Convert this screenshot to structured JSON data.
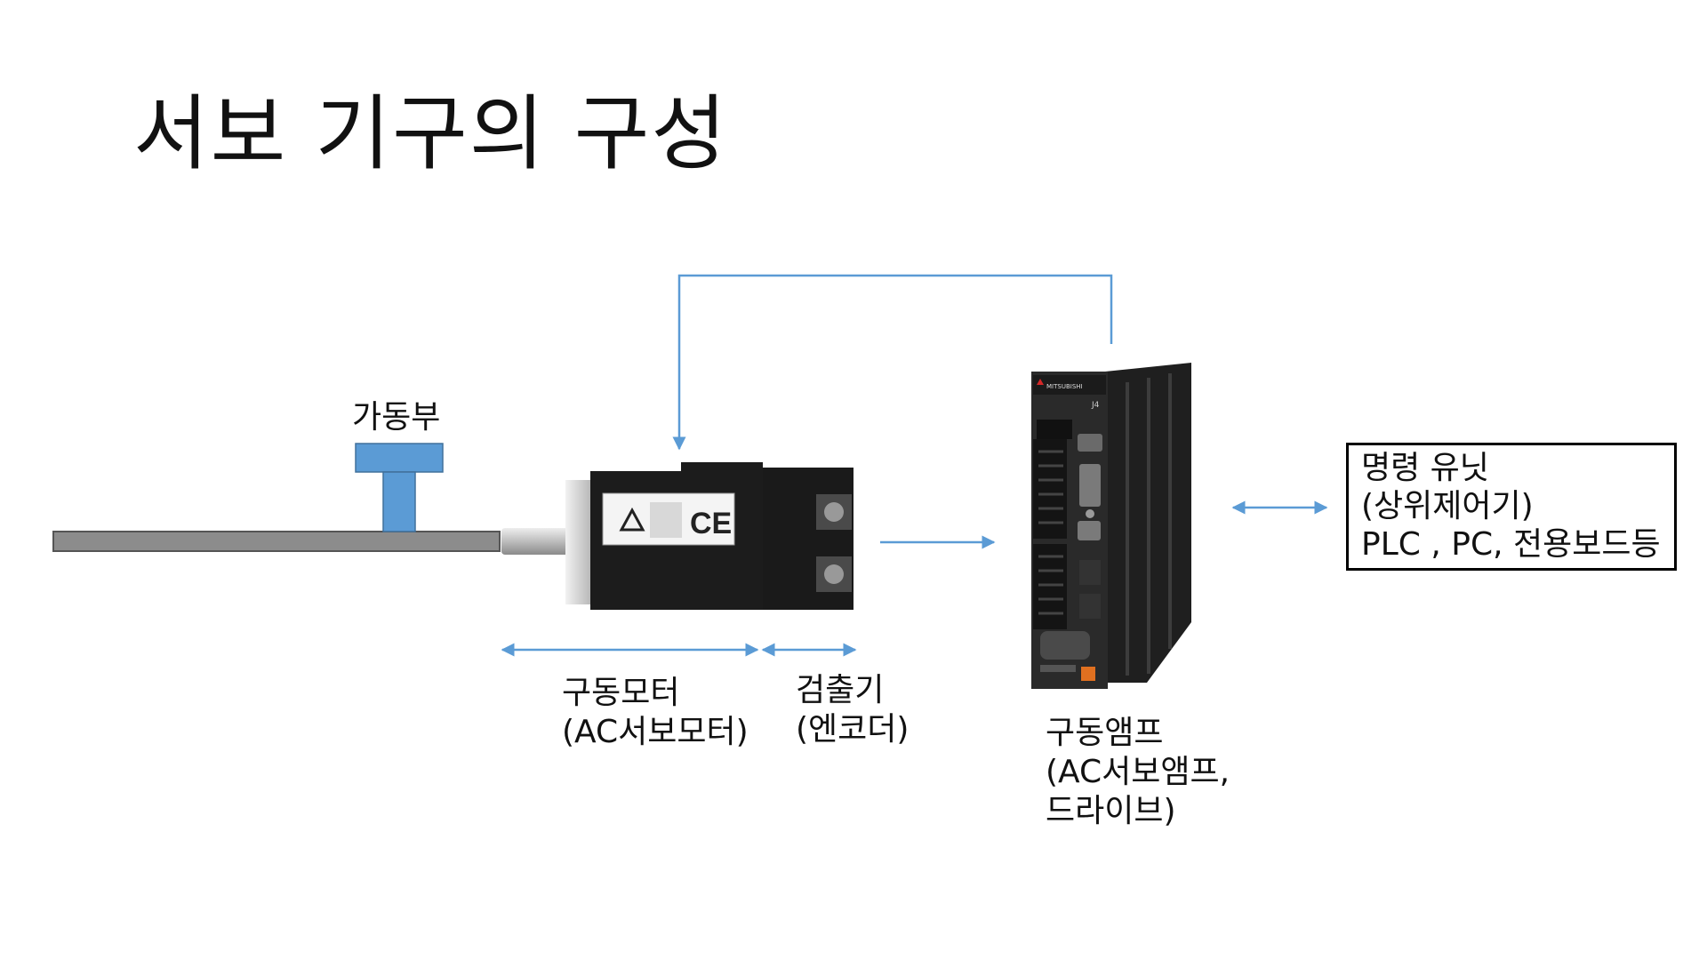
{
  "title": "서보 기구의 구성",
  "labels": {
    "moving_part": "가동부",
    "drive_motor": [
      "구동모터",
      "(AC서보모터)"
    ],
    "detector": [
      "검출기",
      "(엔코더)"
    ],
    "drive_amp": [
      "구동앰프",
      "(AC서보앰프,",
      "드라이브)"
    ],
    "command_unit": [
      "명령 유닛",
      "(상위제어기)",
      "PLC , PC, 전용보드등"
    ]
  },
  "product_marks": {
    "motor_cert": "CE",
    "amp_brand": "MITSUBISHI",
    "amp_model": "J4"
  },
  "colors": {
    "arrow": "#5b9bd5",
    "moving_part": "#5b9bd5",
    "rail": "#8c8c8c",
    "motor_body": "#1c1c1c",
    "amp_body": "#2a2a2a"
  }
}
